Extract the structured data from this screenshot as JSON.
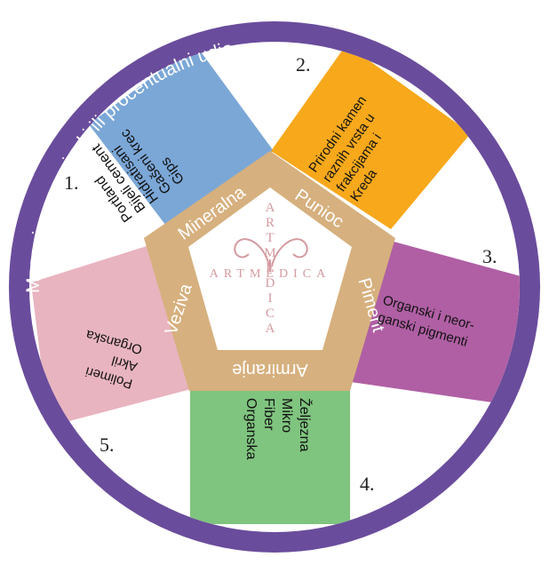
{
  "ring_title": "Maseni, zapreminski ili procentualni udio",
  "pentagon_labels": {
    "top_left": "Mineralna",
    "top_right": "Punioc",
    "right": "Piment",
    "bottom": "Armiranje",
    "left": "Veziva"
  },
  "logo": {
    "vertical": "ARTMEDICA",
    "horizontal": "ARTMEDICA"
  },
  "numbers": [
    "1.",
    "2.",
    "3.",
    "4.",
    "5."
  ],
  "sectors": {
    "mineralna": [
      "Portland",
      "Bijeli cement",
      "Hidratisani",
      "Gašeni krec",
      "Gips"
    ],
    "punioc": [
      "Prirodni kamen",
      "raznih vrsta u",
      "frakcijama i",
      "Kreda"
    ],
    "piment": [
      "Organski i neor-",
      "ganski pigmenti"
    ],
    "armiranje": [
      "Željezna",
      "Mikro",
      "Fiber",
      "Organska"
    ],
    "veziva": [
      "Polimeri",
      "Akril",
      "Organska"
    ]
  },
  "colors": {
    "ring": "#6a4c9c",
    "pentagon": "#d6b07e",
    "blue": "#7ba7d7",
    "orange": "#f7a81b",
    "purple": "#b05fa4",
    "green": "#7fc47f",
    "pink": "#e8b4bf",
    "logo": "#d49aa0"
  }
}
